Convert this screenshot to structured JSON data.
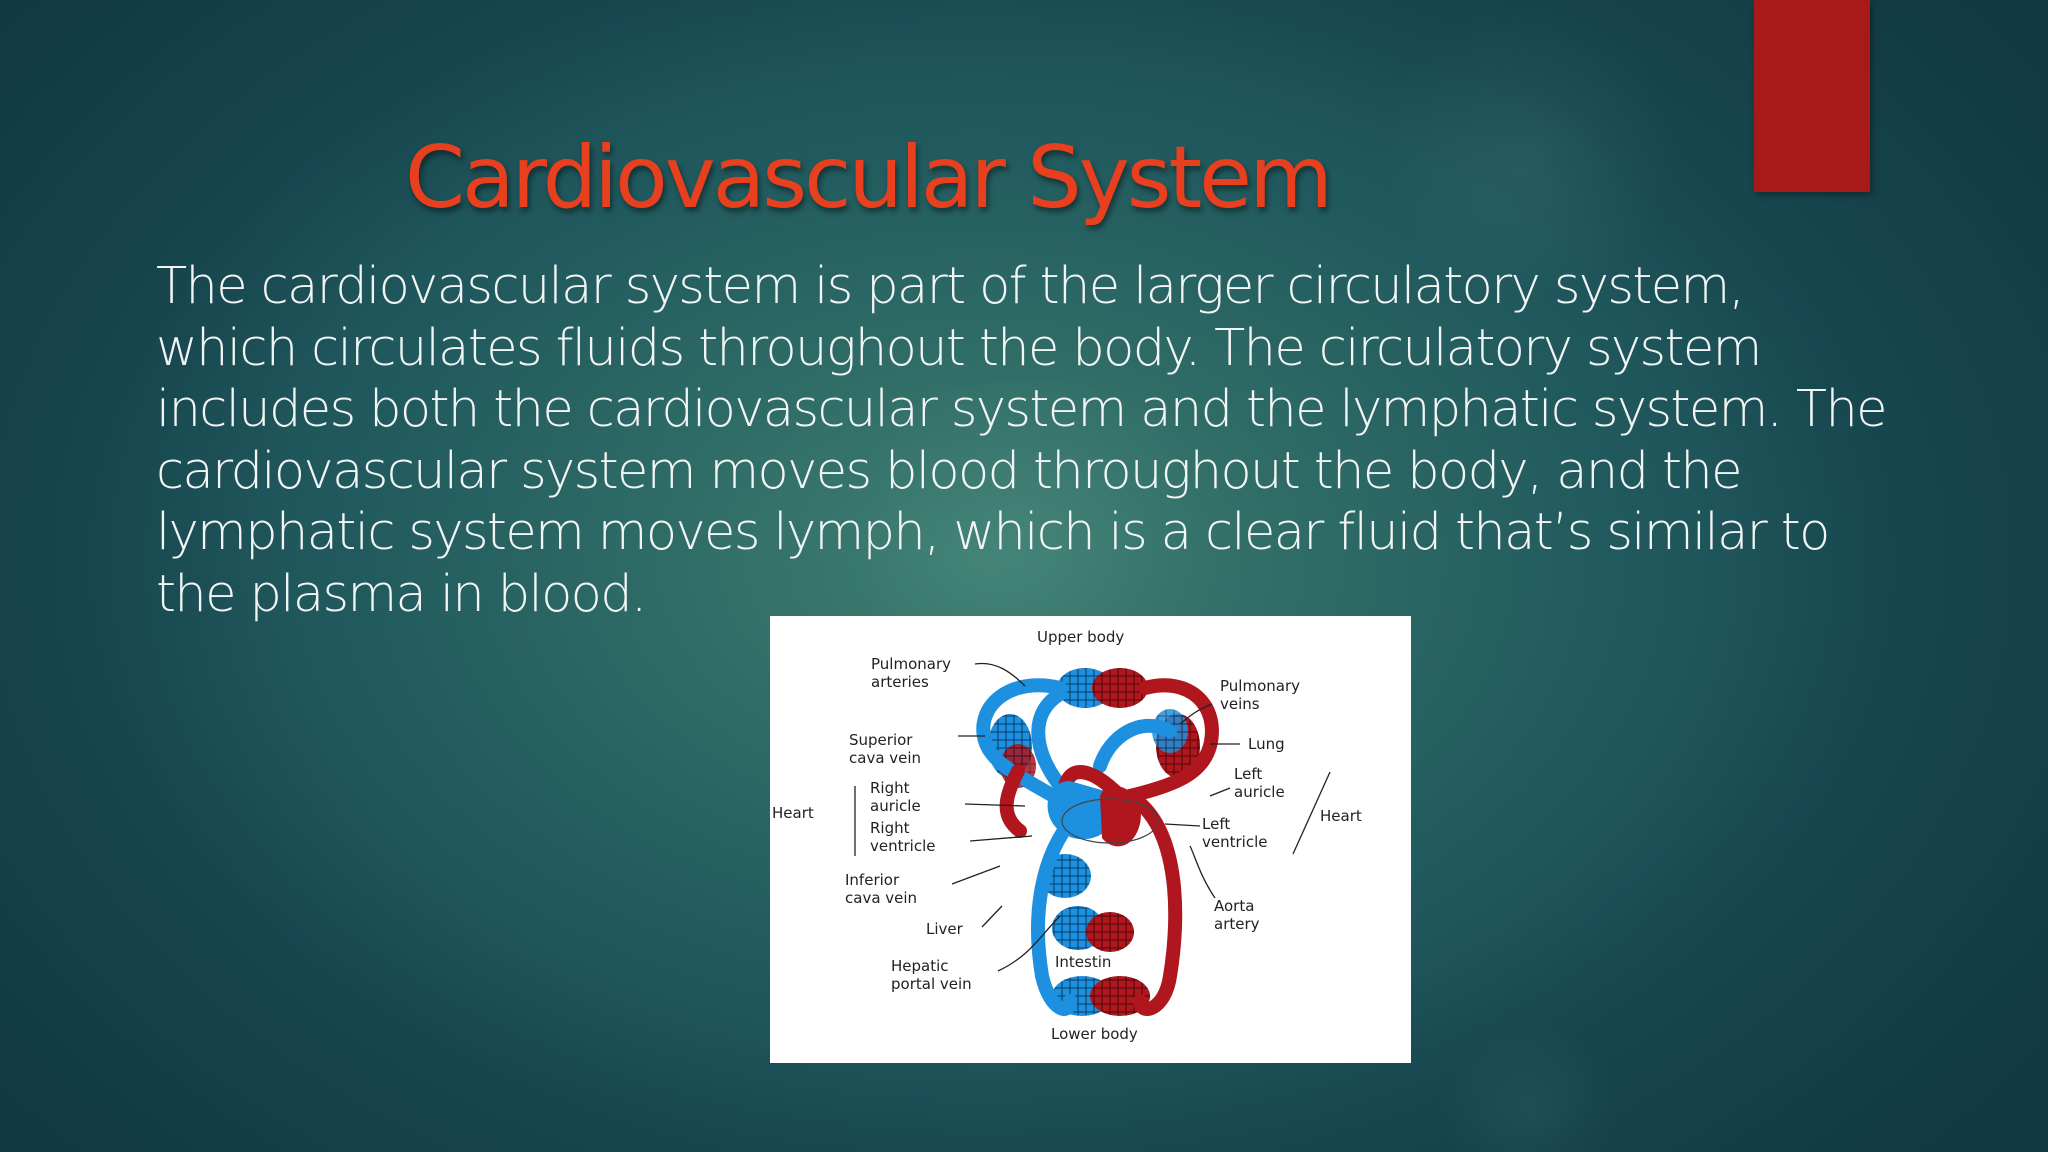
{
  "slide": {
    "title": "Cardiovascular System",
    "body": "The cardiovascular system is part of the larger circulatory system, which circulates fluids throughout the body. The circulatory system includes both the cardiovascular system and the lymphatic system. The cardiovascular system moves blood throughout the body, and the lymphatic system moves lymph, which is a clear fluid that’s similar to the plasma in blood.",
    "colors": {
      "title": "#e8401e",
      "accent_bar": "#a8191a",
      "body_text": "#f2f5f4",
      "artery_red": "#b0161e",
      "vein_blue": "#1e90e0"
    }
  },
  "diagram": {
    "labels": {
      "upper_body": "Upper body",
      "pulmonary_arteries_1": "Pulmonary",
      "pulmonary_arteries_2": "arteries",
      "pulmonary_veins_1": "Pulmonary",
      "pulmonary_veins_2": "veins",
      "superior_cava_1": "Superior",
      "superior_cava_2": "cava vein",
      "lung": "Lung",
      "heart_left": "Heart",
      "right_auricle_1": "Right",
      "right_auricle_2": "auricle",
      "right_ventricle_1": "Right",
      "right_ventricle_2": "ventricle",
      "left_auricle_1": "Left",
      "left_auricle_2": "auricle",
      "left_ventricle_1": "Left",
      "left_ventricle_2": "ventricle",
      "heart_right": "Heart",
      "inferior_cava_1": "Inferior",
      "inferior_cava_2": "cava vein",
      "liver": "Liver",
      "aorta_1": "Aorta",
      "aorta_2": "artery",
      "hepatic_1": "Hepatic",
      "hepatic_2": "portal vein",
      "intestin": "Intestin",
      "lower_body": "Lower body"
    }
  }
}
